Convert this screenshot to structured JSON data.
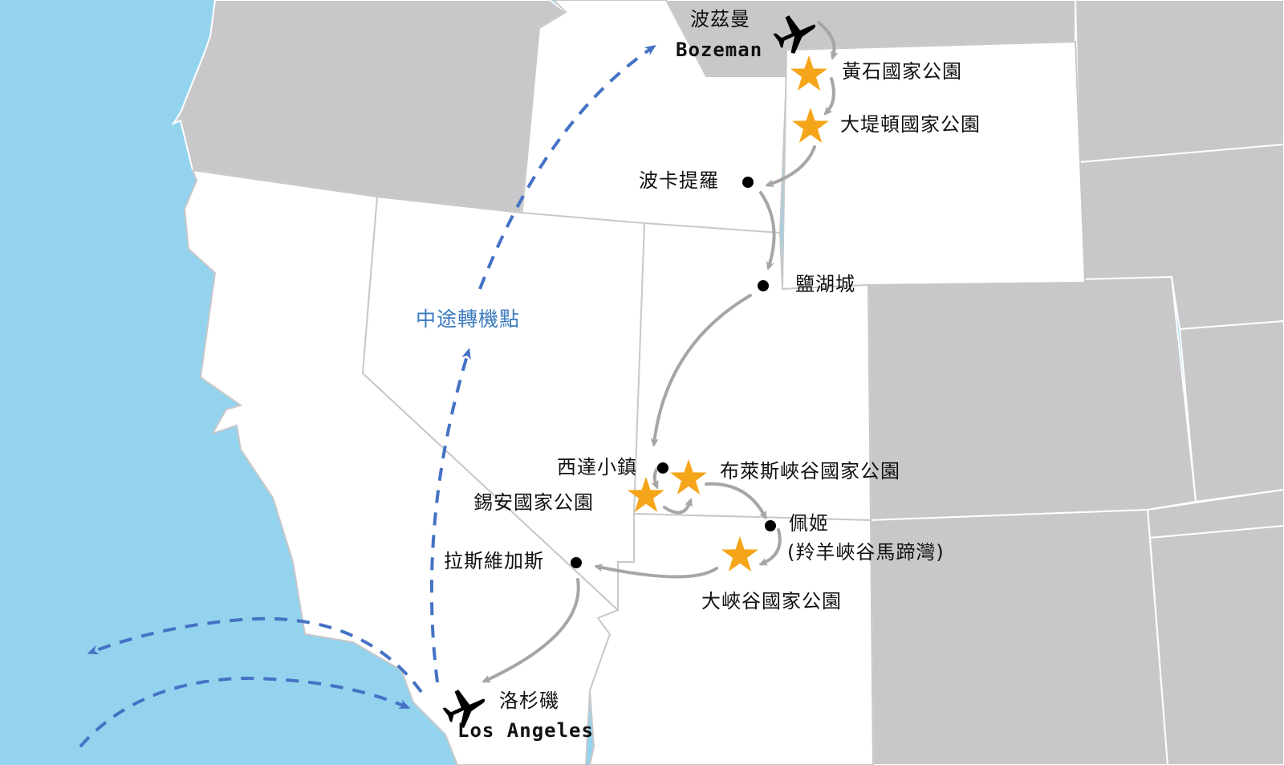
{
  "map": {
    "colors": {
      "ocean": "#94d3ee",
      "visited_region": "#ffffff",
      "other_region": "#c8c8ca",
      "border_light": "#c8c8c8",
      "route_arrow": "#a6a6a6",
      "flight_path": "#4472c4",
      "star": "#f5a51a",
      "city_dot": "#000000",
      "transfer_label": "#3a7abf"
    },
    "airports": [
      {
        "name_zh": "波茲曼",
        "name_en": "Bozeman",
        "icon": "airplane-icon"
      },
      {
        "name_zh": "洛杉磯",
        "name_en": "Los Angeles",
        "icon": "airplane-icon"
      }
    ],
    "parks": [
      {
        "name": "黃石國家公園",
        "icon": "star-icon"
      },
      {
        "name": "大堤頓國家公園",
        "icon": "star-icon"
      },
      {
        "name": "布萊斯峽谷國家公園",
        "icon": "star-icon"
      },
      {
        "name": "錫安國家公園",
        "icon": "star-icon"
      },
      {
        "name": "大峽谷國家公園",
        "icon": "star-icon"
      }
    ],
    "cities": [
      {
        "name": "波卡提羅",
        "icon": "city-dot"
      },
      {
        "name": "鹽湖城",
        "icon": "city-dot"
      },
      {
        "name": "西達小鎮",
        "icon": "city-dot"
      },
      {
        "name": "佩姬",
        "sub": "(羚羊峽谷馬蹄灣)",
        "icon": "city-dot"
      },
      {
        "name": "拉斯維加斯",
        "icon": "city-dot"
      }
    ],
    "transfer_label": "中途轉機點",
    "route_order": [
      "波茲曼",
      "黃石國家公園",
      "大堤頓國家公園",
      "波卡提羅",
      "鹽湖城",
      "西達小鎮",
      "錫安國家公園",
      "布萊斯峽谷國家公園",
      "佩姬",
      "大峽谷國家公園",
      "拉斯維加斯",
      "洛杉磯"
    ]
  }
}
